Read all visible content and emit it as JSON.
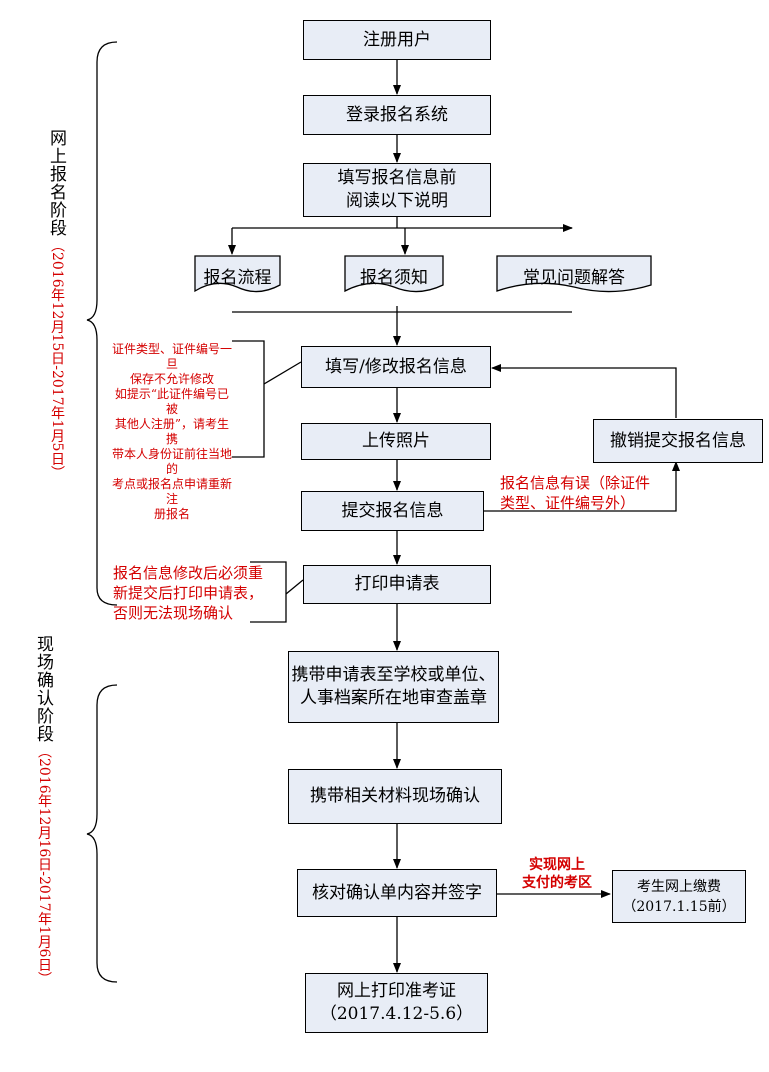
{
  "stages": {
    "online": {
      "title": "网上报名阶段",
      "dates": "（2016年12月15日-2017年1月5日）"
    },
    "onsite": {
      "title": "现场确认阶段",
      "dates": "（2016年12月16日-2017年1月6日）"
    }
  },
  "steps": {
    "register": "注册用户",
    "login": "登录报名系统",
    "read": "填写报名信息前\n阅读以下说明",
    "fill": "填写/修改报名信息",
    "upload": "上传照片",
    "submit": "提交报名信息",
    "print_form": "打印申请表",
    "stamp": "携带申请表至学校或单位、\n人事档案所在地审查盖章",
    "confirm": "携带相关材料现场确认",
    "verify": "核对确认单内容并签字",
    "admission": "网上打印准考证\n（2017.4.12-5.6）",
    "revoke": "撤销提交报名信息",
    "pay": "考生网上缴费\n（2017.1.15前）"
  },
  "documents": [
    "报名流程",
    "报名须知",
    "常见问题解答"
  ],
  "notes": {
    "id_note": "证件类型、证件编号一旦\n保存不允许修改\n如提示“此证件编号已被\n其他人注册”，请考生携\n带本人身份证前往当地的\n考点或报名点申请重新注\n册报名",
    "error_note": "报名信息有误（除证件\n类型、证件编号外）",
    "reprint_note": "报名信息修改后必须重\n新提交后打印申请表，\n否则无法现场确认",
    "pay_note": "实现网上\n支付的考区"
  }
}
